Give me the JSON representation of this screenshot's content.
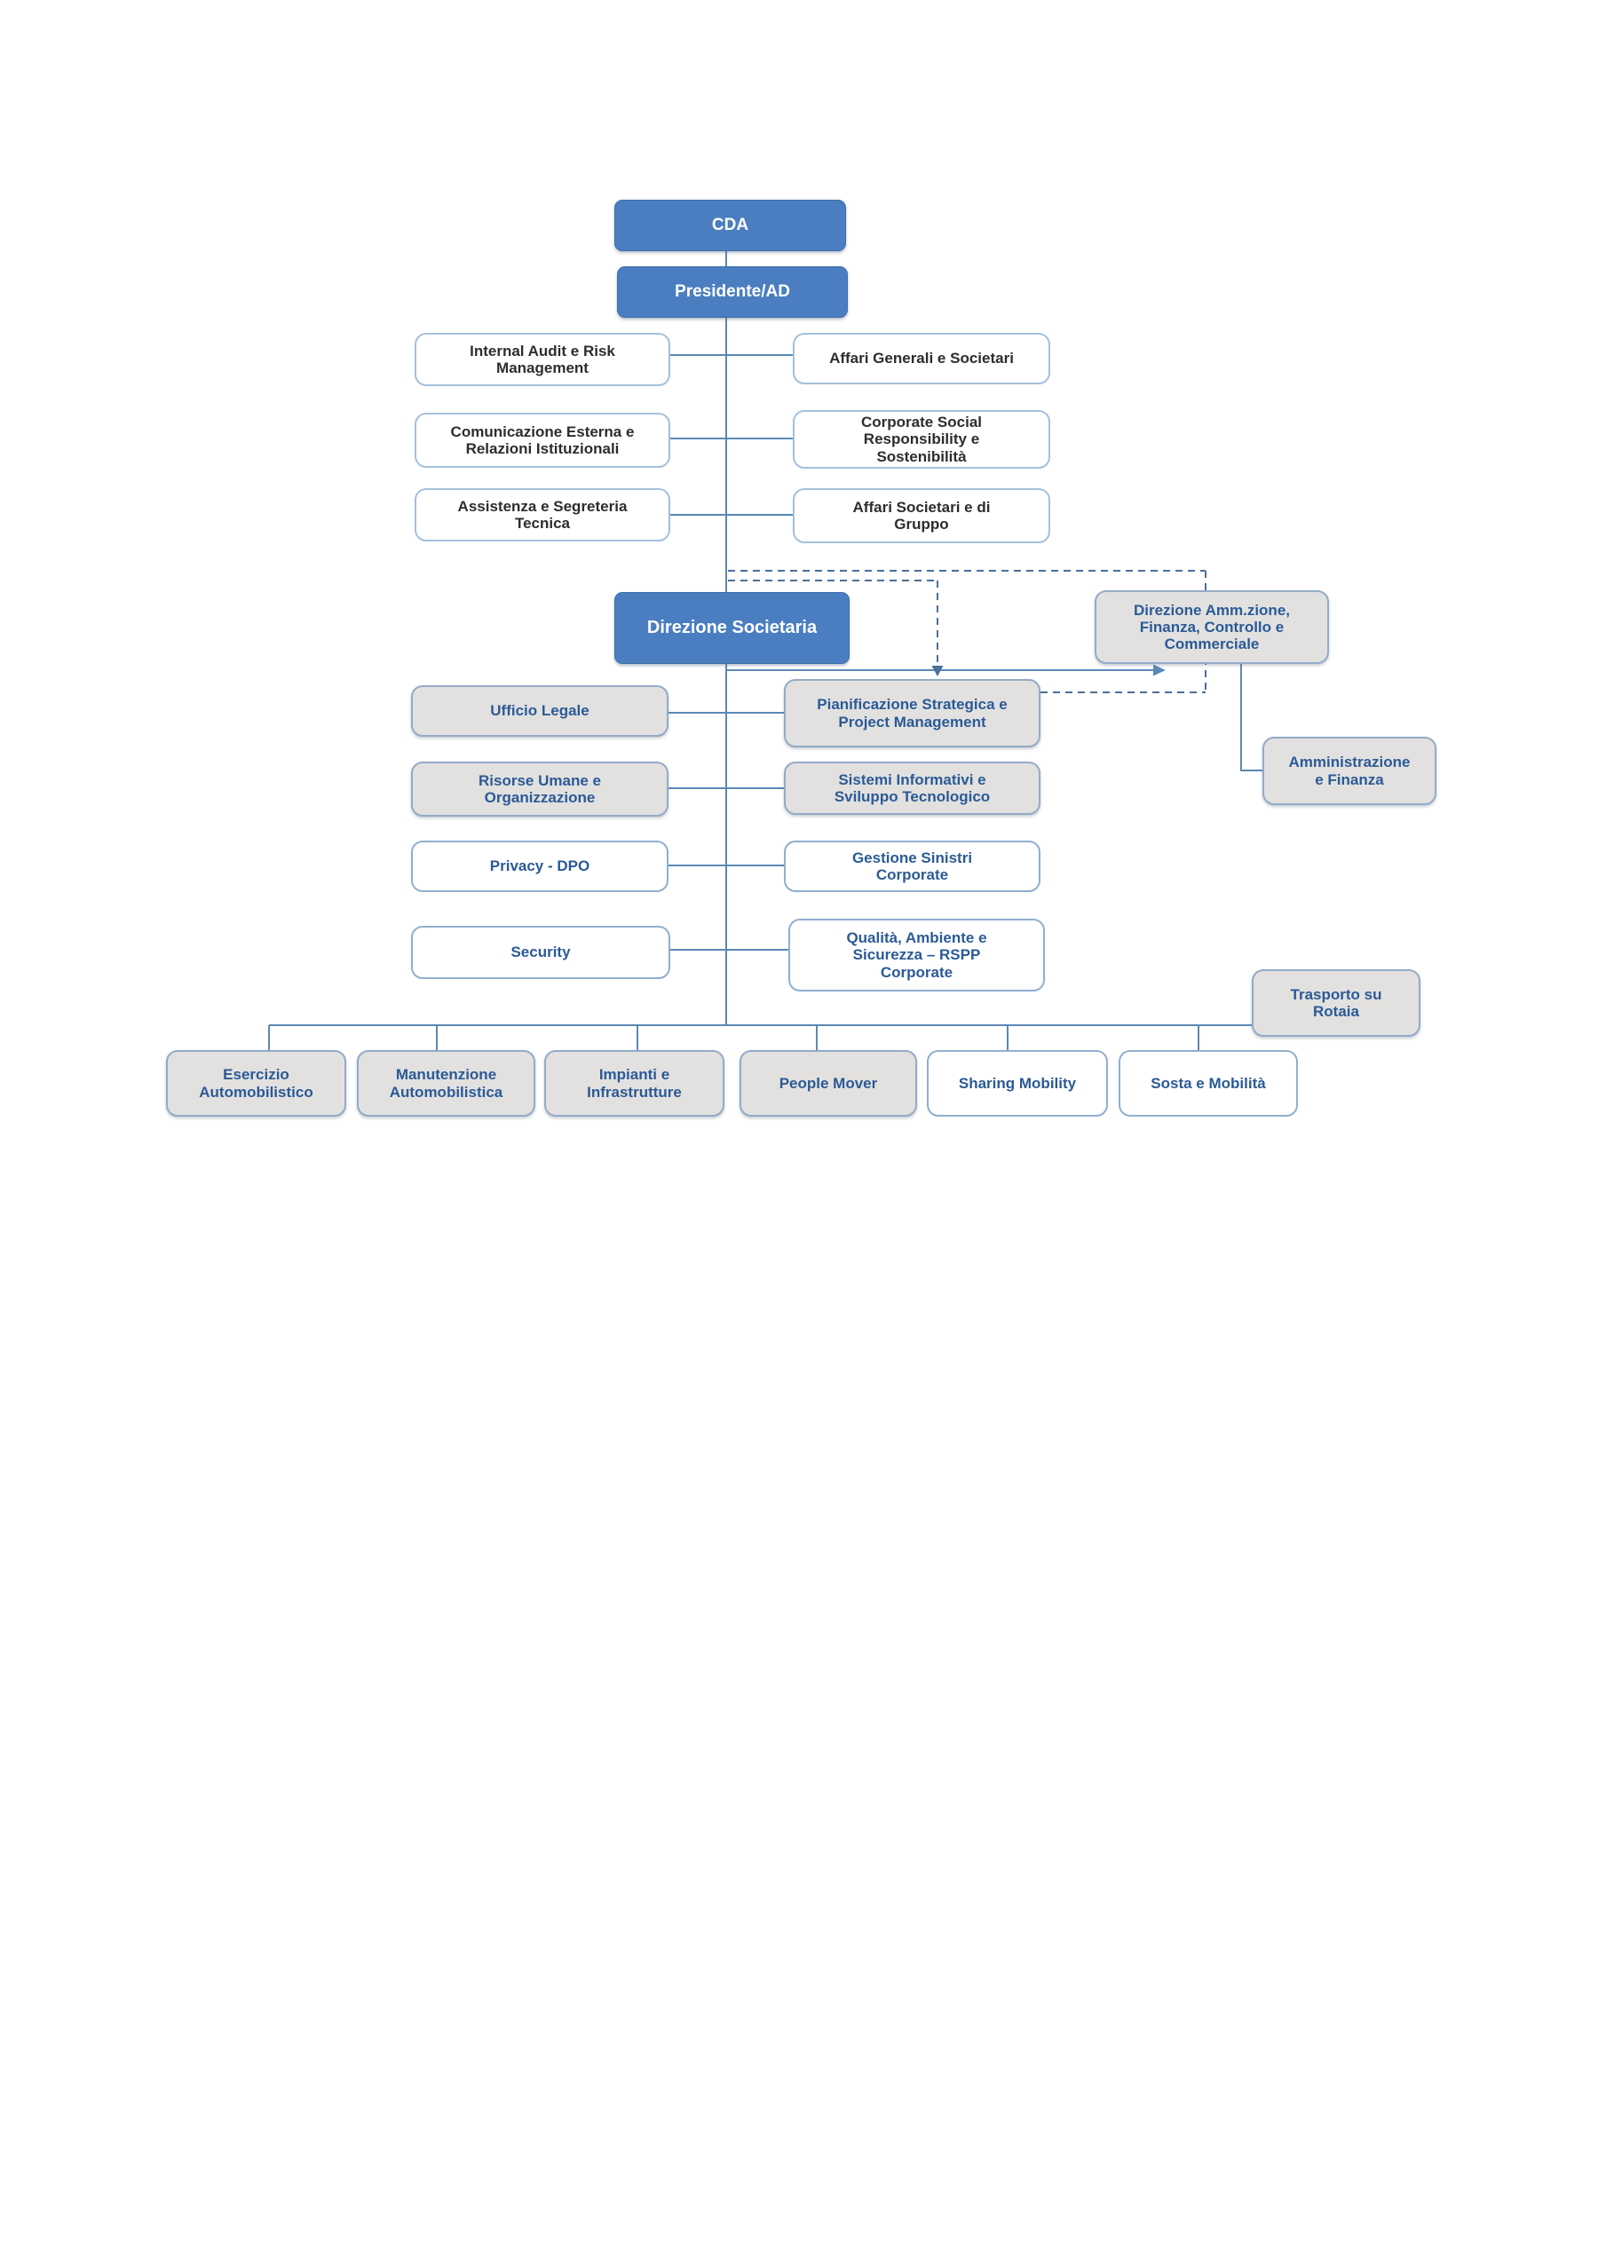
{
  "document": {
    "type": "organigramma",
    "language": "it"
  },
  "colors": {
    "accent_blue": "#4a7ec0",
    "accent_blue_border": "#3f6ea8",
    "node_grey_fill": "#e2e1e0",
    "white_node_border": "#8fafd0",
    "top_node_border": "#a4c0dc",
    "grey_node_border": "#93abc7",
    "text_dark": "#2d2d2d",
    "text_blue": "#2b5a96",
    "connector_solid": "#5b88b5",
    "connector_dashed": "#4a6f99",
    "page_background": "#ffffff"
  },
  "nodes": [
    {
      "id": "cda",
      "label": "CDA",
      "variant": "blue"
    },
    {
      "id": "presidente-ad",
      "label": "Presidente/AD",
      "variant": "blue"
    },
    {
      "id": "internal-audit",
      "label": "Internal Audit e Risk\nManagement",
      "variant": "top"
    },
    {
      "id": "affari-generali",
      "label": "Affari Generali e Societari",
      "variant": "top"
    },
    {
      "id": "comunicazione-esterna",
      "label": "Comunicazione  Esterna e\nRelazioni Istituzionali",
      "variant": "top"
    },
    {
      "id": "corporate-social",
      "label": "Corporate Social\nResponsibility e\nSostenibilità",
      "variant": "top"
    },
    {
      "id": "assistenza-segreteria",
      "label": "Assistenza e Segreteria\nTecnica",
      "variant": "top"
    },
    {
      "id": "affari-societari-gruppo",
      "label": "Affari Societari e di\nGruppo",
      "variant": "top"
    },
    {
      "id": "direzione-societaria",
      "label": "Direzione Societaria",
      "variant": "blue"
    },
    {
      "id": "direzione-ammzione",
      "label": "Direzione Amm.zione,\nFinanza, Controllo e\nCommerciale",
      "variant": "grey"
    },
    {
      "id": "ufficio-legale",
      "label": "Ufficio Legale",
      "variant": "grey"
    },
    {
      "id": "pianificazione-strategica",
      "label": "Pianificazione Strategica e\nProject Management",
      "variant": "grey"
    },
    {
      "id": "risorse-umane",
      "label": "Risorse Umane e\nOrganizzazione",
      "variant": "grey"
    },
    {
      "id": "sistemi-informativi",
      "label": "Sistemi Informativi e\nSviluppo Tecnologico",
      "variant": "grey"
    },
    {
      "id": "privacy-dpo",
      "label": "Privacy - DPO",
      "variant": "white"
    },
    {
      "id": "gestione-sinistri",
      "label": "Gestione Sinistri\nCorporate",
      "variant": "white"
    },
    {
      "id": "security",
      "label": "Security",
      "variant": "white"
    },
    {
      "id": "qualita-ambiente",
      "label": "Qualità, Ambiente e\nSicurezza – RSPP\nCorporate",
      "variant": "white"
    },
    {
      "id": "amministrazione-finanza",
      "label": "Amministrazione\ne Finanza",
      "variant": "grey"
    },
    {
      "id": "trasporto-rotaia",
      "label": "Trasporto su\nRotaia",
      "variant": "grey"
    },
    {
      "id": "esercizio-automobilistico",
      "label": "Esercizio\nAutomobilistico",
      "variant": "grey"
    },
    {
      "id": "manutenzione-automobilistica",
      "label": "Manutenzione\nAutomobilistica",
      "variant": "grey"
    },
    {
      "id": "impianti-infrastrutture",
      "label": "Impianti e\nInfrastrutture",
      "variant": "grey"
    },
    {
      "id": "people-mover",
      "label": "People Mover",
      "variant": "grey"
    },
    {
      "id": "sharing-mobility",
      "label": "Sharing Mobility",
      "variant": "white"
    },
    {
      "id": "sosta-mobilita",
      "label": "Sosta e Mobilità",
      "variant": "white"
    }
  ]
}
